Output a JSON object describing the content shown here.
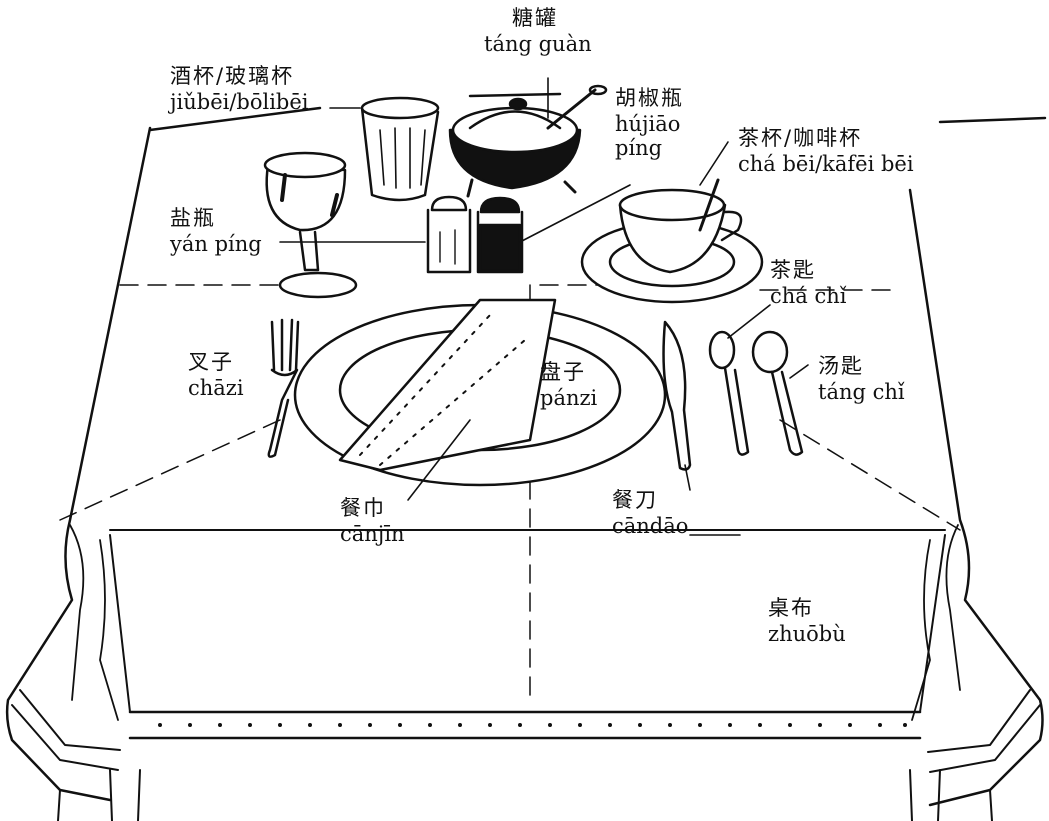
{
  "labels": {
    "sugar_bowl": {
      "zh": "糖罐",
      "py": "táng guàn"
    },
    "wine_glass": {
      "zh": "酒杯/玻璃杯",
      "py": "jiǔbēi/bōlibēi"
    },
    "pepper": {
      "zh": "胡椒瓶",
      "py": "hújiāo",
      "py2": "píng"
    },
    "teacup": {
      "zh": "茶杯/咖啡杯",
      "py": "chá bēi/kāfēi bēi"
    },
    "salt": {
      "zh": "盐瓶",
      "py": "yán píng"
    },
    "teaspoon": {
      "zh": "茶匙",
      "py": "chá chǐ"
    },
    "fork": {
      "zh": "叉子",
      "py": "chāzi"
    },
    "plate": {
      "zh": "盘子",
      "py": "pánzi"
    },
    "soup_spoon": {
      "zh": "汤匙",
      "py": "táng chǐ"
    },
    "napkin": {
      "zh": "餐巾",
      "py": "cānjīn"
    },
    "knife": {
      "zh": "餐刀",
      "py": "cāndāo"
    },
    "tablecloth": {
      "zh": "桌布",
      "py": "zhuōbù"
    }
  },
  "colors": {
    "ink": "#111111",
    "paper": "#ffffff"
  }
}
